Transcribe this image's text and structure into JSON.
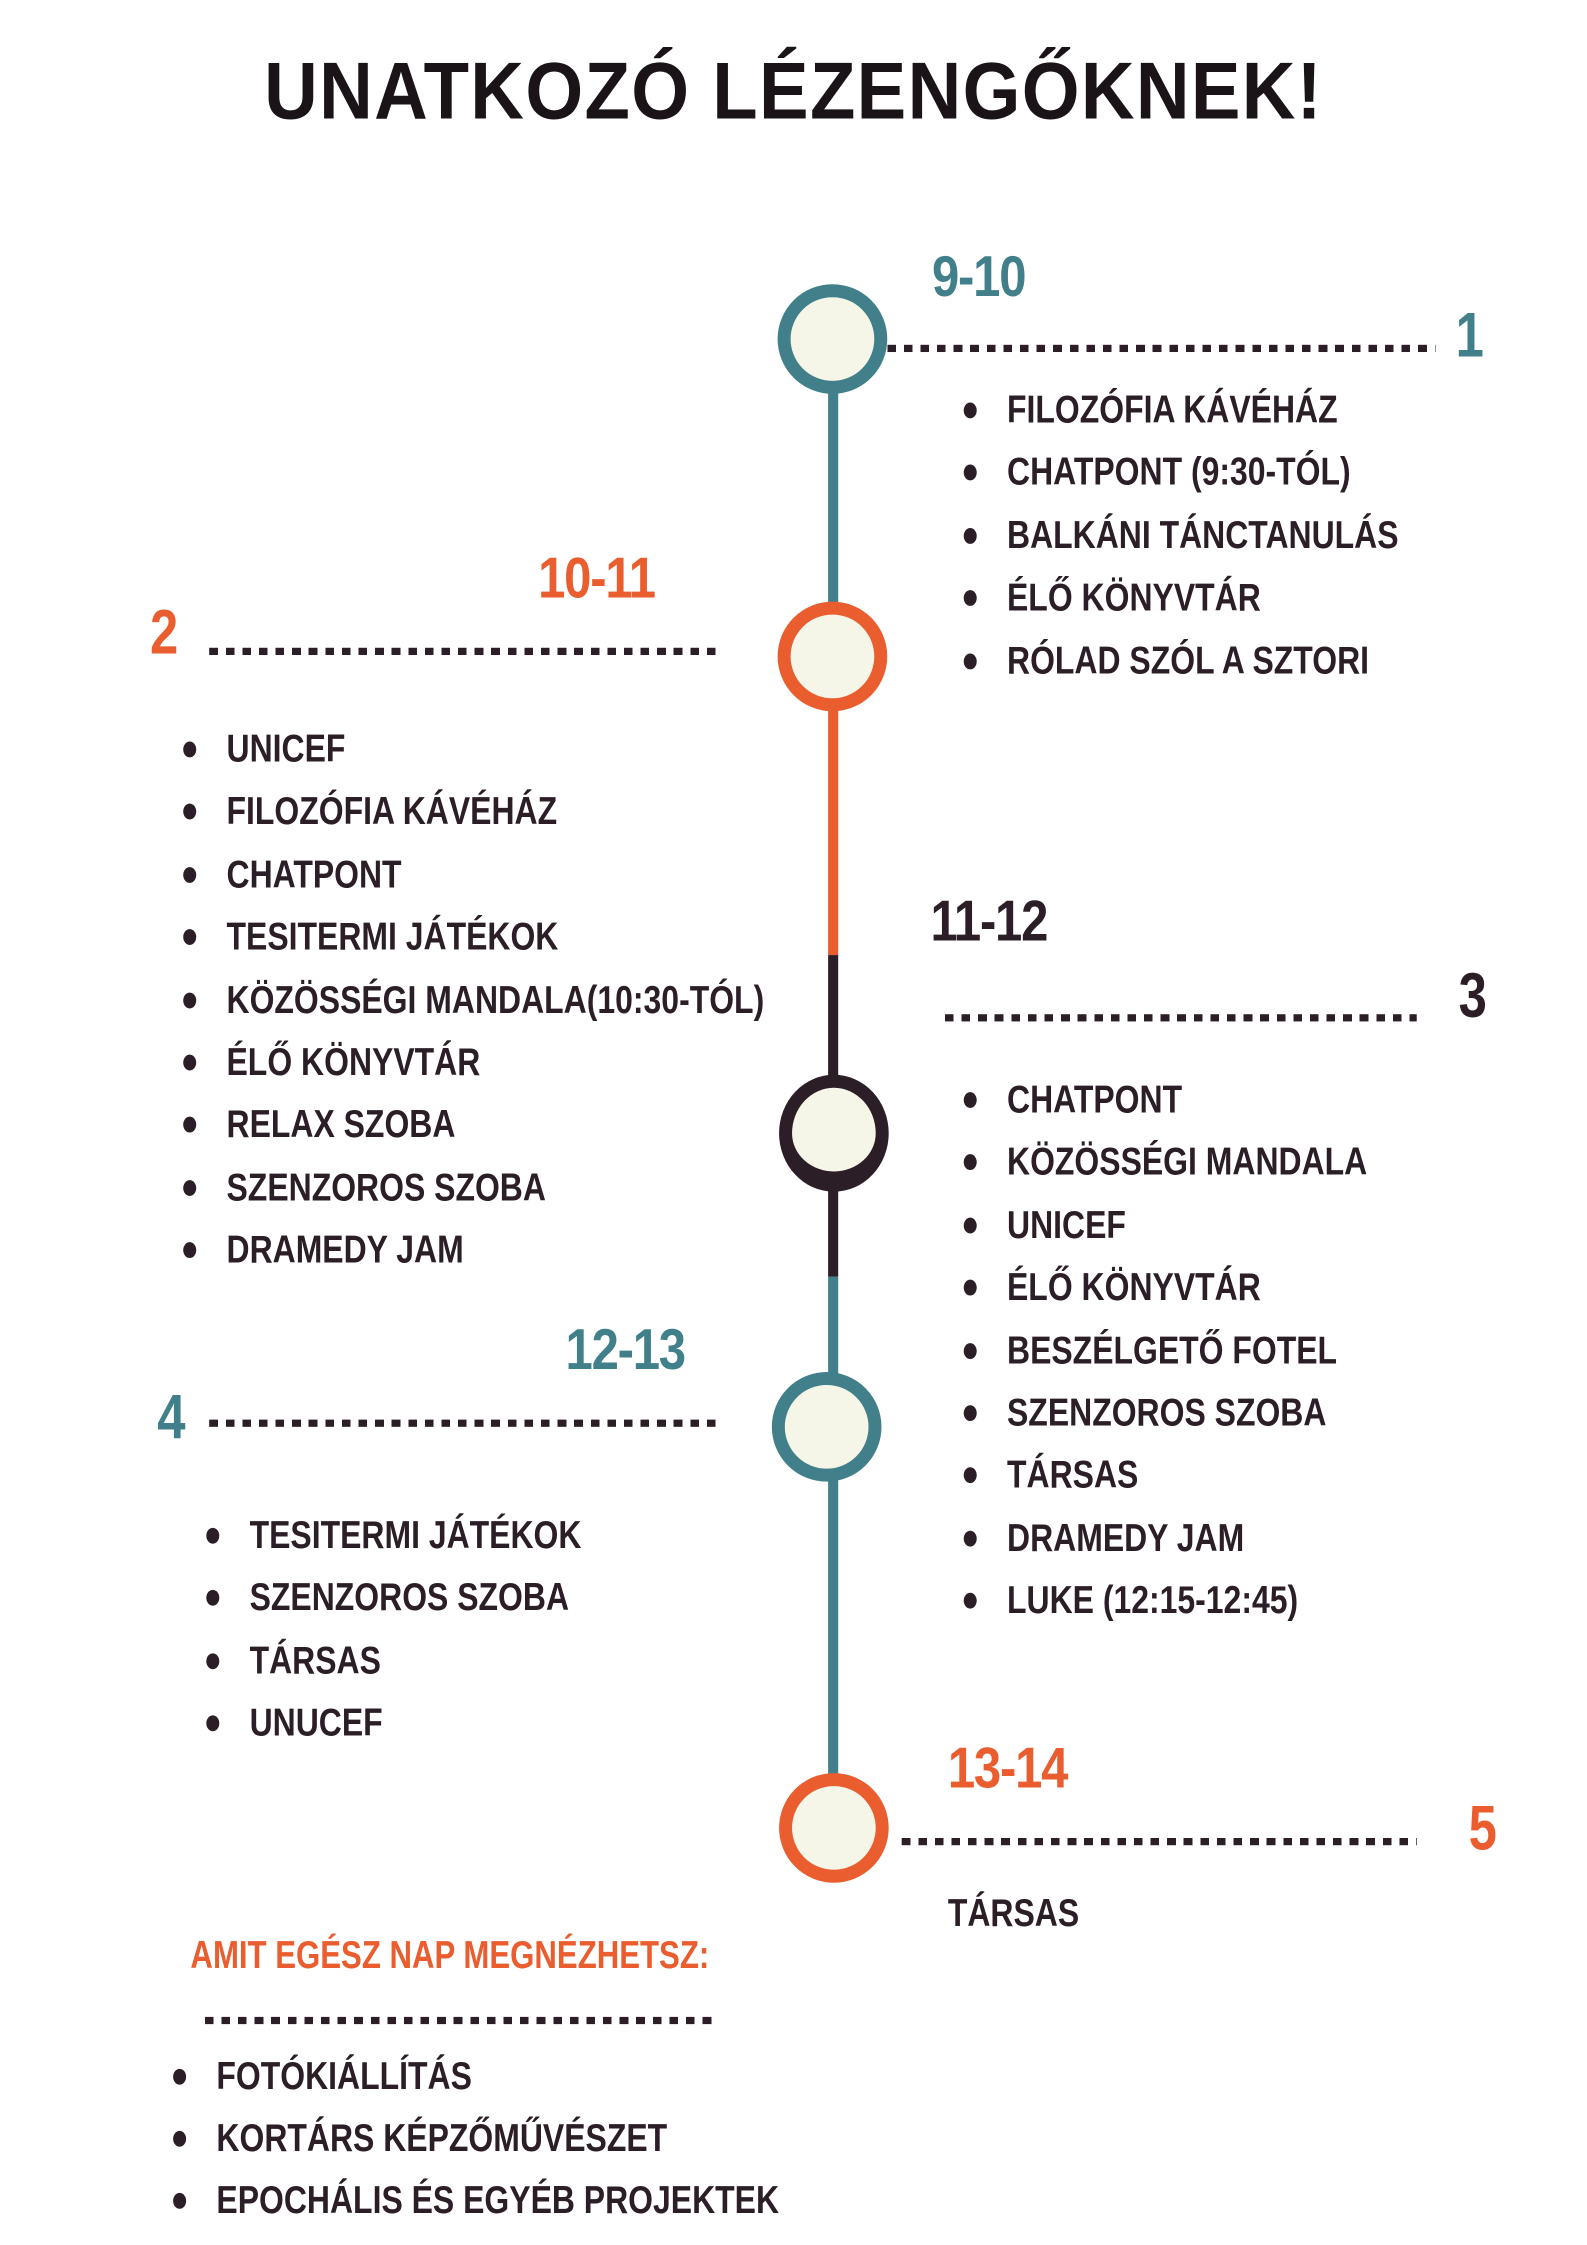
{
  "title": "UNATKOZÓ LÉZENGŐKNEK!",
  "colors": {
    "teal": "#41808a",
    "orange": "#e95d2f",
    "dark": "#2b1e27",
    "fill": "#f5f5e8"
  },
  "slots": [
    {
      "number": "1",
      "time": "9-10",
      "items": [
        "FILOZÓFIA KÁVÉHÁZ",
        "CHATPONT (9:30-TÓL)",
        "BALKÁNI TÁNCTANULÁS",
        "ÉLŐ KÖNYVTÁR",
        "RÓLAD SZÓL A SZTORI"
      ]
    },
    {
      "number": "2",
      "time": "10-11",
      "items": [
        "UNICEF",
        "FILOZÓFIA KÁVÉHÁZ",
        "CHATPONT",
        "TESITERMI JÁTÉKOK",
        "KÖZÖSSÉGI MANDALA(10:30-TÓL)",
        "ÉLŐ KÖNYVTÁR",
        "RELAX SZOBA",
        "SZENZOROS SZOBA",
        "DRAMEDY JAM"
      ]
    },
    {
      "number": "3",
      "time": "11-12",
      "items": [
        "CHATPONT",
        "KÖZÖSSÉGI MANDALA",
        "UNICEF",
        "ÉLŐ KÖNYVTÁR",
        "BESZÉLGETŐ FOTEL",
        "SZENZOROS SZOBA",
        "TÁRSAS",
        "DRAMEDY JAM",
        "LUKE (12:15-12:45)"
      ]
    },
    {
      "number": "4",
      "time": "12-13",
      "items": [
        "TESITERMI JÁTÉKOK",
        "SZENZOROS SZOBA",
        "TÁRSAS",
        "UNUCEF"
      ]
    },
    {
      "number": "5",
      "time": "13-14",
      "items": [
        "TÁRSAS"
      ]
    }
  ],
  "all_day": {
    "heading": "AMIT EGÉSZ NAP MEGNÉZHETSZ:",
    "items": [
      "FOTÓKIÁLLÍTÁS",
      "KORTÁRS KÉPZŐMŰVÉSZET",
      "EPOCHÁLIS ÉS EGYÉB PROJEKTEK"
    ]
  }
}
